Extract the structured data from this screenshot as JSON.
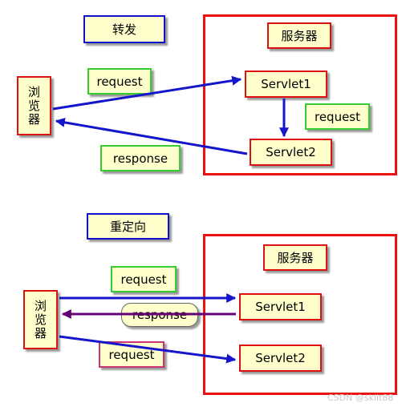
{
  "forward": {
    "title": "转发",
    "server_label": "服务器",
    "browser_label": "浏览器",
    "servlet1": "Servlet1",
    "servlet2": "Servlet2",
    "request_in": "request",
    "request_internal": "request",
    "response": "response"
  },
  "redirect": {
    "title": "重定向",
    "server_label": "服务器",
    "browser_label": "浏览器",
    "servlet1": "Servlet1",
    "servlet2": "Servlet2",
    "request_first": "request",
    "response": "response",
    "request_second": "request"
  },
  "watermark": "CSDN @sklit88",
  "colors": {
    "frame_red": "#ee1111",
    "arrow_blue": "#1515cc",
    "arrow_purple": "#660077",
    "box_fill": "#ffffcc"
  }
}
